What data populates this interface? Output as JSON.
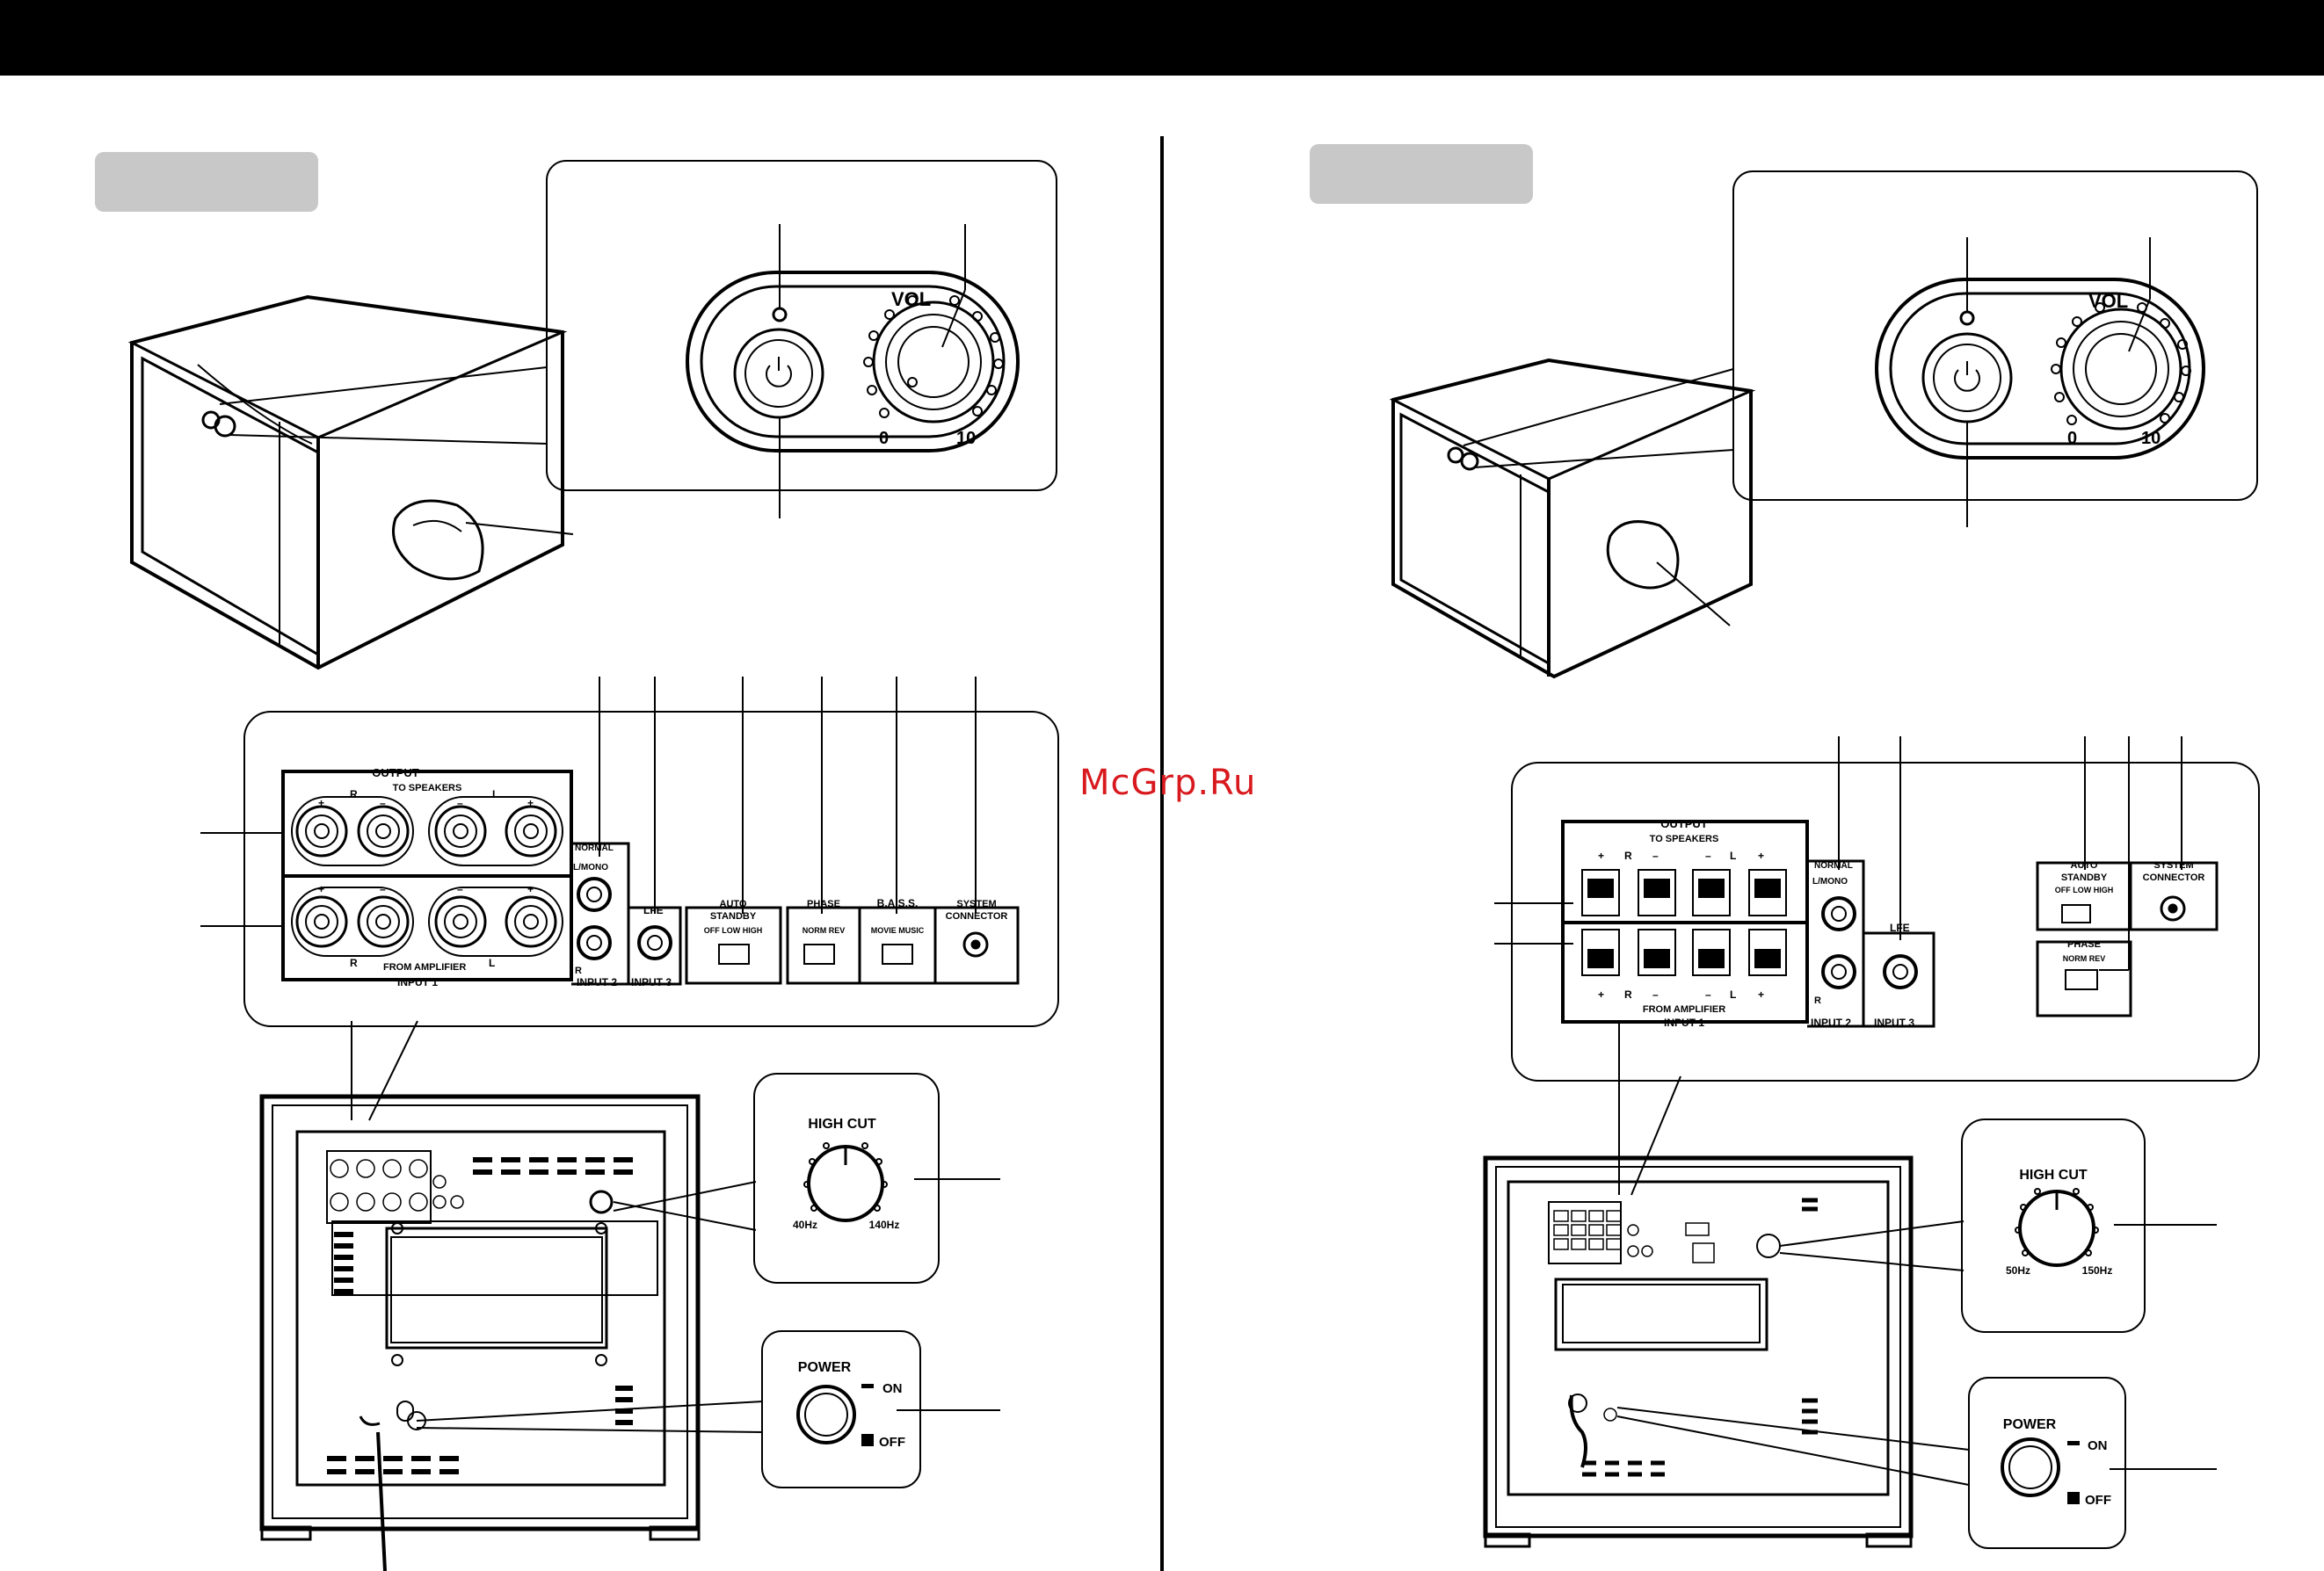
{
  "watermark": "McGrp.Ru",
  "front_panel": {
    "vol_label": "VOL",
    "scale_min": "0",
    "scale_max": "10"
  },
  "rear_panel": {
    "output_label": "OUTPUT",
    "to_speakers": "TO SPEAKERS",
    "from_amplifier": "FROM AMPLIFIER",
    "input1": "INPUT 1",
    "input2": "INPUT 2",
    "input3": "INPUT 3",
    "normal": "NORMAL",
    "l_mono": "L/MONO",
    "r": "R",
    "l": "L",
    "plus": "+",
    "minus": "–",
    "lfe": "LFE",
    "auto_standby_1": "AUTO",
    "auto_standby_2": "STANDBY",
    "standby_options": "OFF  LOW  HIGH",
    "phase": "PHASE",
    "phase_options": "NORM  REV",
    "bass": "B.A.S.S.",
    "bass_options": "MOVIE  MUSIC",
    "system_connector_1": "SYSTEM",
    "system_connector_2": "CONNECTOR"
  },
  "high_cut_left": {
    "title": "HIGH CUT",
    "min": "40Hz",
    "max": "140Hz"
  },
  "high_cut_right": {
    "title": "HIGH CUT",
    "min": "50Hz",
    "max": "150Hz"
  },
  "power": {
    "title": "POWER",
    "on": "ON",
    "off": "OFF"
  }
}
